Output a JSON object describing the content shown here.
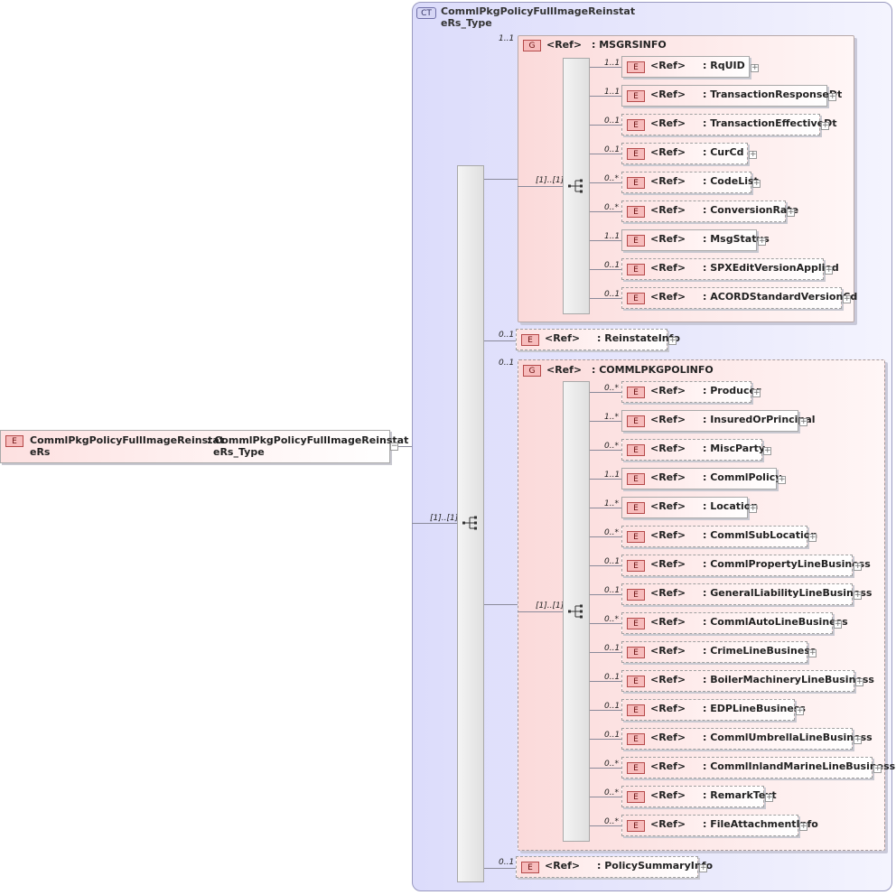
{
  "root": {
    "badge": "E",
    "name_line1": "CommlPkgPolicyFullImageReinstat",
    "name_line2": "eRs",
    "type_line1": ": CommlPkgPolicyFullImageReinstat",
    "type_line2": "eRs_Type",
    "cardinality": "[1]..[1]"
  },
  "complex_type": {
    "badge": "CT",
    "title_line1": "CommlPkgPolicyFullImageReinstat",
    "title_line2": "eRs_Type"
  },
  "ref_label": "<Ref>",
  "groups": [
    {
      "badge": "G",
      "name": ": MSGRSINFO",
      "cardinality": "1..1",
      "seq_cardinality": "[1]..[1]",
      "elements": [
        {
          "name": ": RqUID",
          "card": "1..1",
          "optional": false
        },
        {
          "name": ": TransactionResponseDt",
          "card": "1..1",
          "optional": false
        },
        {
          "name": ": TransactionEffectiveDt",
          "card": "0..1",
          "optional": true
        },
        {
          "name": ": CurCd",
          "card": "0..1",
          "optional": true
        },
        {
          "name": ": CodeList",
          "card": "0..*",
          "optional": true
        },
        {
          "name": ": ConversionRate",
          "card": "0..*",
          "optional": true
        },
        {
          "name": ": MsgStatus",
          "card": "1..1",
          "optional": false
        },
        {
          "name": ": SPXEditVersionApplied",
          "card": "0..1",
          "optional": true
        },
        {
          "name": ": ACORDStandardVersionCd",
          "card": "0..1",
          "optional": true
        }
      ]
    },
    {
      "badge": "G",
      "name": ": COMMLPKGPOLINFO",
      "cardinality": "0..1",
      "seq_cardinality": "[1]..[1]",
      "elements": [
        {
          "name": ": Producer",
          "card": "0..*",
          "optional": true
        },
        {
          "name": ": InsuredOrPrincipal",
          "card": "1..*",
          "optional": false
        },
        {
          "name": ": MiscParty",
          "card": "0..*",
          "optional": true
        },
        {
          "name": ": CommlPolicy",
          "card": "1..1",
          "optional": false
        },
        {
          "name": ": Location",
          "card": "1..*",
          "optional": false
        },
        {
          "name": ": CommlSubLocation",
          "card": "0..*",
          "optional": true
        },
        {
          "name": ": CommlPropertyLineBusiness",
          "card": "0..1",
          "optional": true
        },
        {
          "name": ": GeneralLiabilityLineBusiness",
          "card": "0..1",
          "optional": true
        },
        {
          "name": ": CommlAutoLineBusiness",
          "card": "0..*",
          "optional": true
        },
        {
          "name": ": CrimeLineBusiness",
          "card": "0..1",
          "optional": true
        },
        {
          "name": ": BoilerMachineryLineBusiness",
          "card": "0..1",
          "optional": true
        },
        {
          "name": ": EDPLineBusiness",
          "card": "0..1",
          "optional": true
        },
        {
          "name": ": CommlUmbrellaLineBusiness",
          "card": "0..1",
          "optional": true
        },
        {
          "name": ": CommlInlandMarineLineBusiness",
          "card": "0..*",
          "optional": true
        },
        {
          "name": ": RemarkText",
          "card": "0..*",
          "optional": true
        },
        {
          "name": ": FileAttachmentInfo",
          "card": "0..*",
          "optional": true
        }
      ]
    }
  ],
  "standalone": [
    {
      "name": ": ReinstateInfo",
      "card": "0..1",
      "optional": true
    },
    {
      "name": ": PolicySummaryInfo",
      "card": "0..1",
      "optional": true
    }
  ]
}
